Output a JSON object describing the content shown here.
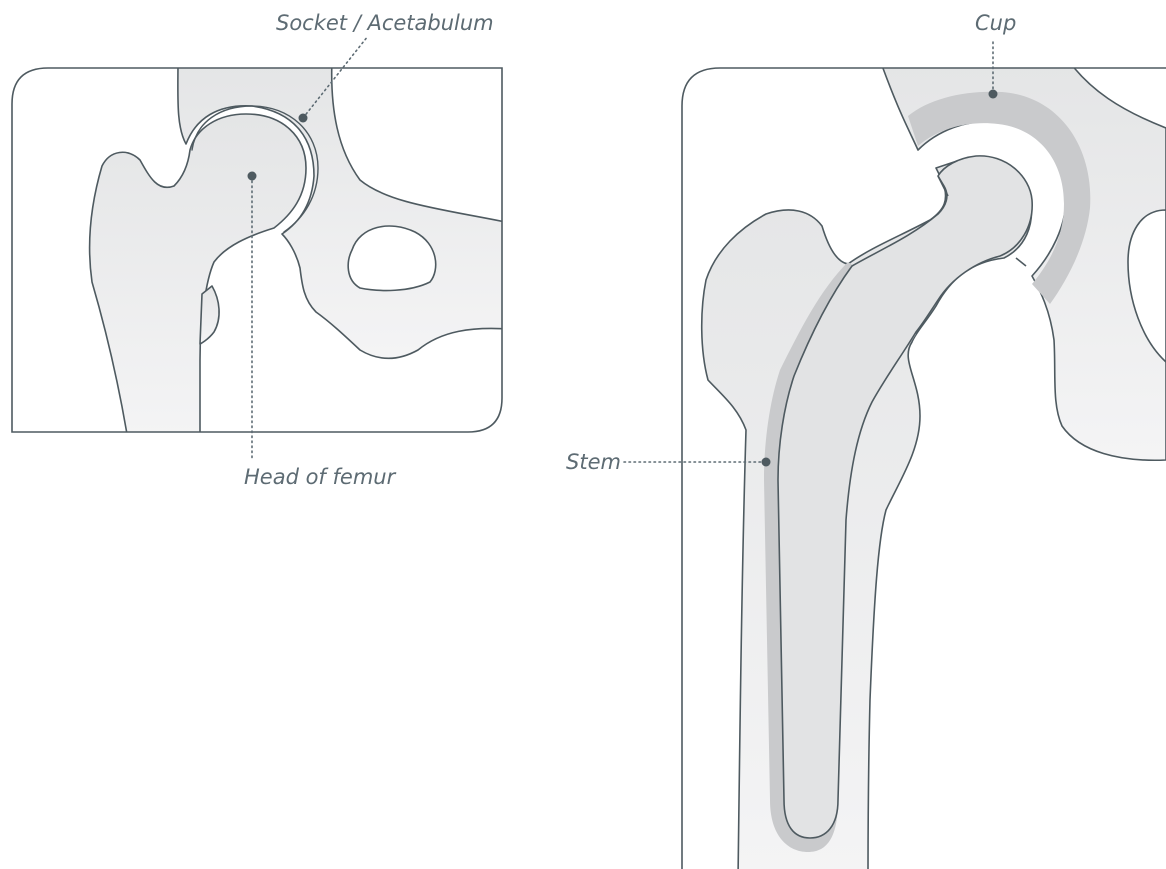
{
  "labels": {
    "socket": "Socket / Acetabulum",
    "head_of_femur": "Head of femur",
    "cup": "Cup",
    "stem": "Stem"
  },
  "colors": {
    "outline": "#4e5a60",
    "bone_fill": "#e9eaeb",
    "implant_fill": "#e2e3e4",
    "cement_fill": "#c9cacc",
    "label_text": "#5d6b73"
  }
}
